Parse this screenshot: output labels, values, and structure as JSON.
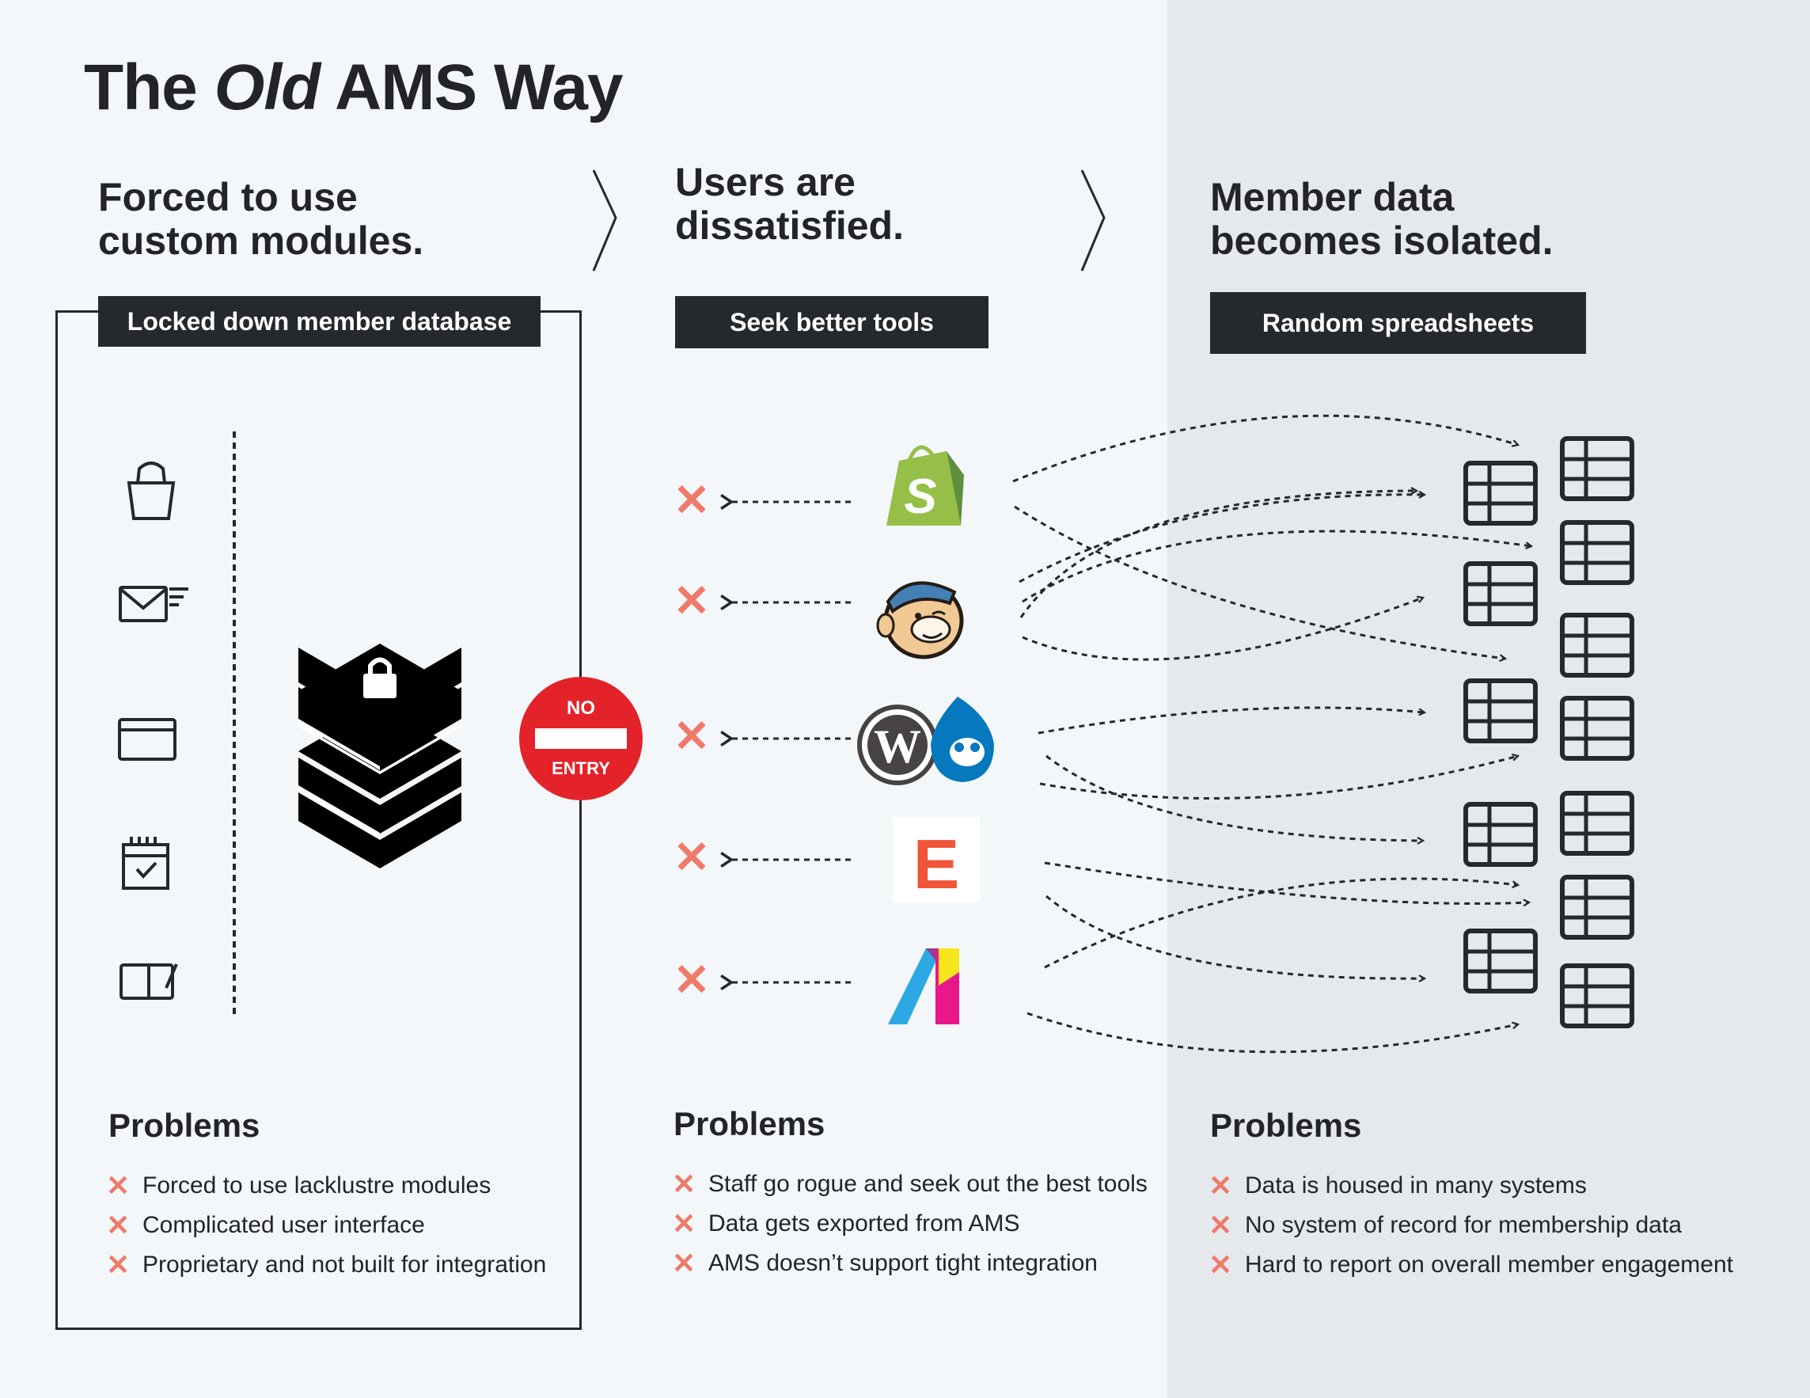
{
  "title": {
    "pre": "The ",
    "italic": "Old",
    "post": " AMS Way"
  },
  "columns": [
    {
      "heading_line1": "Forced to use",
      "heading_line2": "custom modules.",
      "pill": "Locked down member database"
    },
    {
      "heading_line1": "Users are",
      "heading_line2": "dissatisfied.",
      "pill": "Seek better tools"
    },
    {
      "heading_line1": "Member data",
      "heading_line2": "becomes isolated.",
      "pill": "Random spreadsheets"
    }
  ],
  "no_entry": {
    "top": "NO",
    "bottom": "ENTRY"
  },
  "problems": [
    {
      "title": "Problems",
      "items": [
        "Forced to use lacklustre modules",
        "Complicated user interface",
        "Proprietary and not built for integration"
      ]
    },
    {
      "title": "Problems",
      "items": [
        "Staff go rogue and seek out the best tools",
        "Data gets exported from AMS",
        "AMS doesn’t support tight integration"
      ]
    },
    {
      "title": "Problems",
      "items": [
        "Data is housed in many systems",
        "No system of record for membership data",
        "Hard to report on overall member engagement"
      ]
    }
  ],
  "x_mark": "✕",
  "module_icons": [
    "bag-icon",
    "email-icon",
    "browser-window-icon",
    "calendar-icon",
    "tablet-icon"
  ],
  "tools": [
    "shopify-logo",
    "mailchimp-logo",
    "wordpress-drupal-logo",
    "eventbrite-logo",
    "pink-blue-logo"
  ],
  "colors": {
    "dark": "#25282d",
    "accent_red": "#e3222a",
    "x_red": "#ef7a6a",
    "shopify": "#95bf47",
    "eventbrite": "#f05537",
    "drupal": "#0678be"
  }
}
